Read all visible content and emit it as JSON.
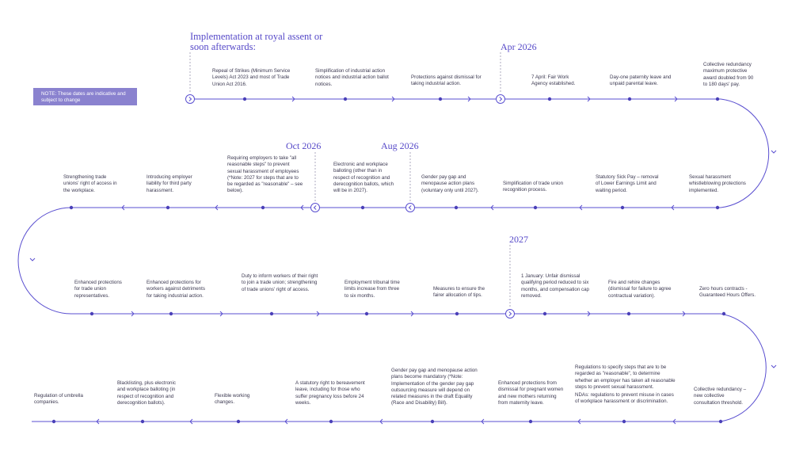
{
  "headers": {
    "royal_assent": "Implementation at royal assent or soon afterwards:",
    "apr_2026": "Apr 2026",
    "oct_2026": "Oct 2026",
    "aug_2026": "Aug 2026",
    "y2027": "2027"
  },
  "note": "NOTE: These dates are indicative and subject to change",
  "row1": [
    "Repeal of Strikes (Minimum Service Levels) Act 2023 and most of Trade Union Act 2016.",
    "Simplification of industrial action notices and industrial action ballot notices.",
    "Protections against dismissal for taking industrial action.",
    "7 April: Fair Work Agency established.",
    "Day-one paternity leave and unpaid parental leave.",
    "Collective redundancy maximum protective award doubled from 90 to 180 days' pay."
  ],
  "row2": [
    "Sexual harassment whistleblowing protections implemented.",
    "Statutory Sick Pay – removal of Lower Earnings Limit and waiting period.",
    "Simplification of trade union recognition process.",
    "Gender pay gap and menopause action plans (voluntary only until 2027).",
    "Electronic and workplace balloting (other than in respect of recognition and derecognition ballots, which will be in 2027).",
    "Requiring employers to take \"all reasonable steps\" to prevent sexual harassment of employees (*Note: 2027 for steps that are to be regarded as \"reasonable\" – see below).",
    "Introducing employer liability for third party harassment.",
    "Strengthening trade unions' right of access in the workplace."
  ],
  "row3": [
    "Enhanced protections for trade union representatives.",
    "Enhanced protections for workers against detriments for taking industrial action.",
    "Duty to inform workers of their right to join a trade union; strengthening of trade unions' right of access.",
    "Employment tribunal time limits increase from three to six months.",
    "Measures to ensure the fairer allocation of tips.",
    "1 January: Unfair dismissal qualifying period reduced to six months, and compensation cap removed.",
    "Fire and rehire changes (dismissal for failure to agree contractual variation).",
    "Zero hours contracts - Guaranteed Hours Offers."
  ],
  "row4": [
    "Collective redundancy – new collective consultation threshold.",
    "Regulations to specify steps that are to be regarded as \"reasonable\", to determine whether an employer has taken all reasonable steps to prevent sexual harassment.",
    "NDAs: regulations to prevent misuse in cases of workplace harassment or discrimination.",
    "Enhanced protections from dismissal for pregnant women and new mothers returning from maternity leave.",
    "Gender pay gap and menopause action plans become mandatory (*Note: Implementation of the gender pay gap outsourcing measure will depend on related measures in the draft Equality (Race and Disability) Bill).",
    "A statutory right to bereavement leave, including for those who suffer pregnancy loss before 24 weeks.",
    "Flexible working changes.",
    "Blacklisting, plus electronic and workplace balloting (in respect of recognition and derecognition ballots).",
    "Regulation of umbrella companies."
  ],
  "colors": {
    "accent": "#5a4fd0",
    "note_bg": "#8a82cf",
    "text": "#3b3850"
  },
  "icons": [
    "chevron-right-icon",
    "chevron-left-icon",
    "arrow-right-icon",
    "arrow-left-icon",
    "arrow-down-icon"
  ]
}
